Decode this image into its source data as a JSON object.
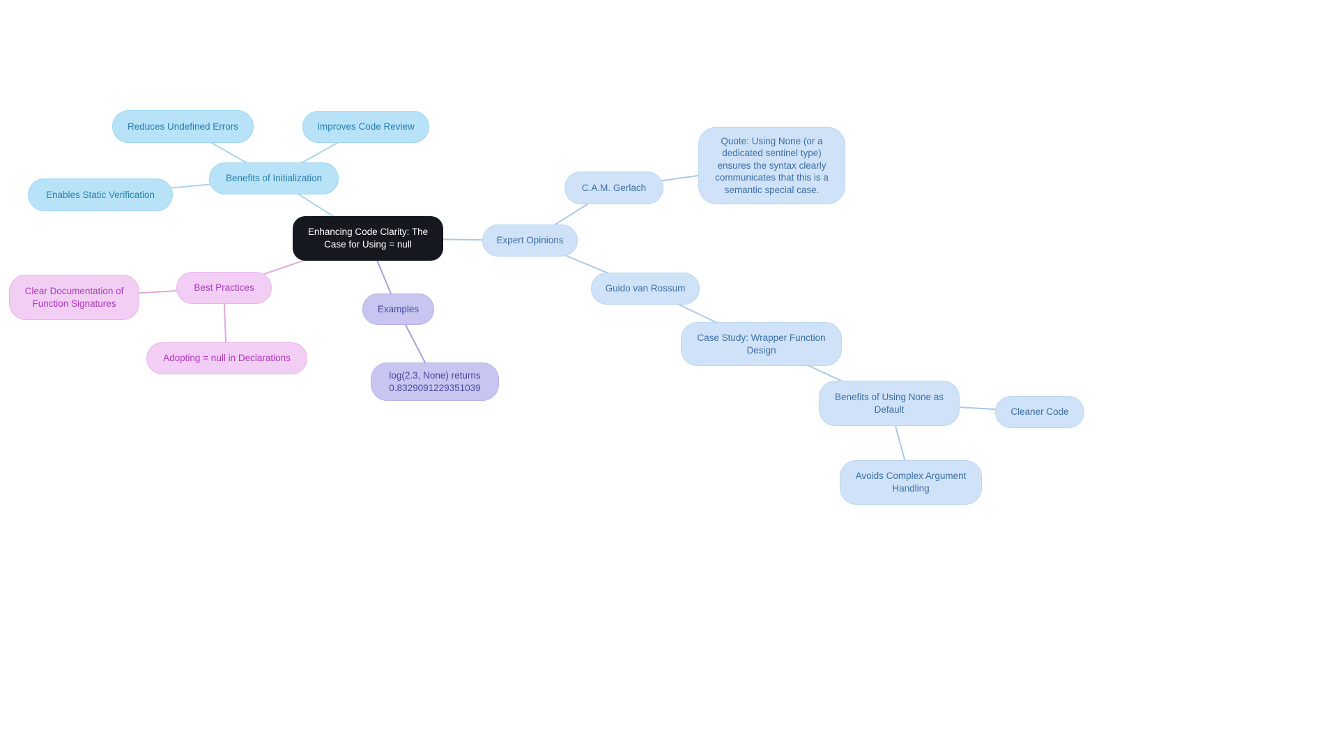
{
  "diagram": {
    "type": "mindmap",
    "background": "#ffffff"
  },
  "colors": {
    "central_bg": "#15181e",
    "central_text": "#ffffff",
    "cyan_bg": "#b7e2f8",
    "cyan_text": "#2a7fa8",
    "blue_bg": "#cfe2f7",
    "blue_text": "#3d6fa5",
    "pink_bg": "#f2cef4",
    "pink_text": "#a93ab8",
    "lavender_bg": "#c8c5f1",
    "lavender_text": "#45489c",
    "edge_cyan": "#a8d4ea",
    "edge_blue": "#aac8e8",
    "edge_pink": "#dcaade",
    "edge_lavender": "#a3a0d8"
  },
  "nodes": {
    "central": "Enhancing Code Clarity: The Case for Using = null",
    "benefits_init": "Benefits of Initialization",
    "reduces_undefined": "Reduces Undefined Errors",
    "improves_review": "Improves Code Review",
    "enables_static": "Enables Static Verification",
    "expert_opinions": "Expert Opinions",
    "cam_gerlach": "C.A.M. Gerlach",
    "gerlach_quote": "Quote: Using None (or a dedicated sentinel type) ensures the syntax clearly communicates that this is a semantic special case.",
    "guido": "Guido van Rossum",
    "case_study": "Case Study: Wrapper Function Design",
    "benefits_none": "Benefits of Using None as Default",
    "cleaner_code": "Cleaner Code",
    "avoids_complex": "Avoids Complex Argument Handling",
    "best_practices": "Best Practices",
    "clear_doc": "Clear Documentation of Function Signatures",
    "adopting_null": "Adopting = null in Declarations",
    "examples": "Examples",
    "log_example": "log(2.3, None) returns 0.8329091229351039"
  }
}
